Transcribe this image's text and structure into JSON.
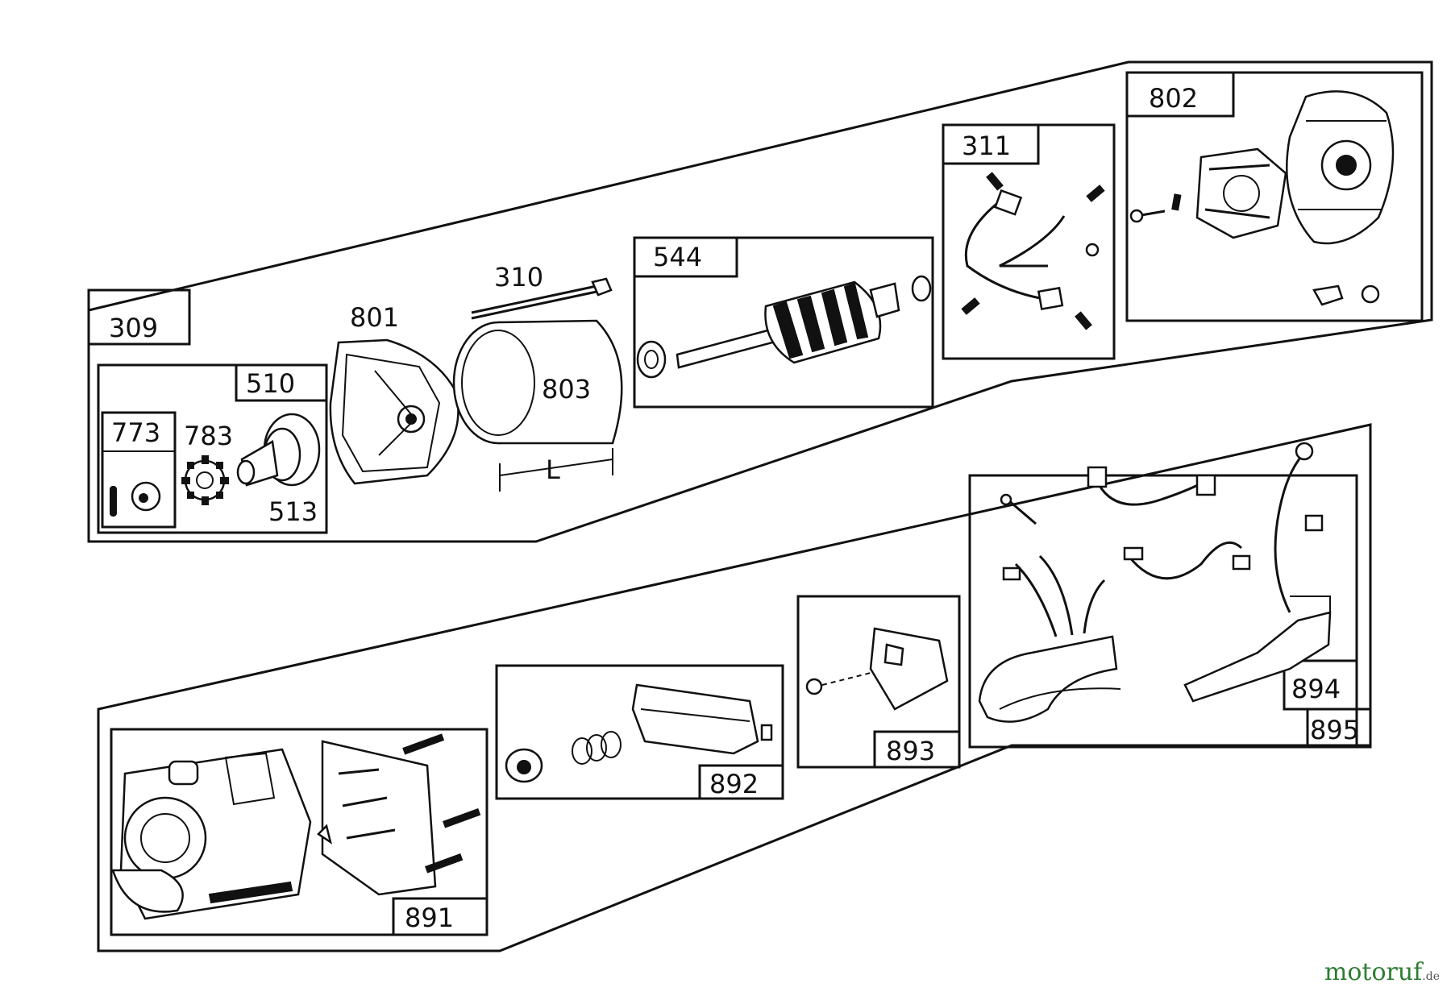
{
  "parts": {
    "p309": "309",
    "p510": "510",
    "p773": "773",
    "p783": "783",
    "p513": "513",
    "p801": "801",
    "p310": "310",
    "p803": "803",
    "p544": "544",
    "p311": "311",
    "p802": "802",
    "p891": "891",
    "p892": "892",
    "p893": "893",
    "p894": "894",
    "p895": "895",
    "dim_L": "L"
  },
  "watermark": {
    "part1": "motoruf",
    "tld": ".de"
  }
}
